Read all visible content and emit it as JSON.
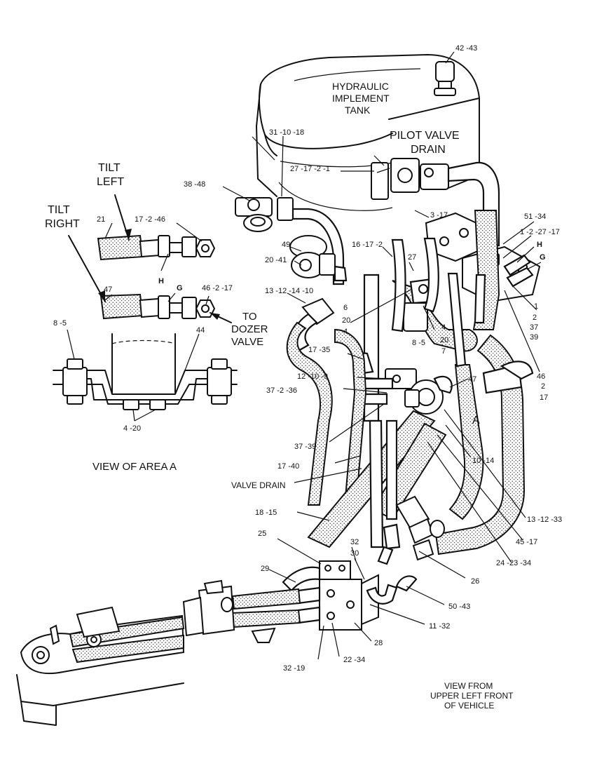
{
  "titles": {
    "tank": [
      "HYDRAULIC",
      "IMPLEMENT",
      "TANK"
    ],
    "pilot": [
      "PILOT VALVE",
      "DRAIN"
    ],
    "tilt_left": [
      "TILT",
      "LEFT"
    ],
    "tilt_right": [
      "TILT",
      "RIGHT"
    ],
    "dozer": [
      "TO",
      "DOZER",
      "VALVE"
    ],
    "view_area": "VIEW OF AREA A",
    "valve_drain": "VALVE DRAIN",
    "view_from": [
      "VIEW FROM",
      "UPPER LEFT FRONT",
      "OF VEHICLE"
    ],
    "area_a": "A"
  },
  "callouts": {
    "c42_43": "42 -43",
    "c31_10_18": "31 -10 -18",
    "c27_17_2_1": "27 -17 -2 -1",
    "c38_48": "38 -48",
    "c3_17": "3 -17",
    "c51_34": "51 -34",
    "c1_2_27_17": "1 -2 -27 -17",
    "c_h": "H",
    "c_g": "G",
    "c49": "49",
    "c20_41": "20 -41",
    "c16_17_2": "16 -17 -2",
    "c27": "27",
    "c13_12_14_10": "13 -12 -14 -10",
    "c6": "6",
    "c20a": "20",
    "c4a": "4",
    "c8_5r": "8 -5",
    "c4b": "4",
    "c20b": "20",
    "c7": "7",
    "c1": "1",
    "c2a": "2",
    "c37": "37",
    "c39": "39",
    "c46": "46",
    "c2b": "2",
    "c17": "17",
    "c17_35": "17 -35",
    "c12_10_9": "12 -10 -9",
    "c37_2_36": "37 -2 -36",
    "c47r": "47",
    "c37_39": "37 -39",
    "c10_14": "10 -14",
    "c17_40": "17 -40",
    "c13_12_33": "13 -12 -33",
    "c18_15": "18 -15",
    "c25": "25",
    "c32": "32",
    "c30": "30",
    "c45_17": "45 -17",
    "c24_23_34": "24 -23 -34",
    "c29": "29",
    "c26": "26",
    "c50_43": "50 -43",
    "c11_32": "11 -32",
    "c28": "28",
    "c32_19": "32 -19",
    "c22_34": "22 -34",
    "c21": "21",
    "c17_2_46": "17 -2 -46",
    "c_h2": "H",
    "c47l": "47",
    "c_g2": "G",
    "c46_2_17": "46 -2 -17",
    "c8_5l": "8 -5",
    "c44": "44",
    "c4_20": "4 -20"
  }
}
